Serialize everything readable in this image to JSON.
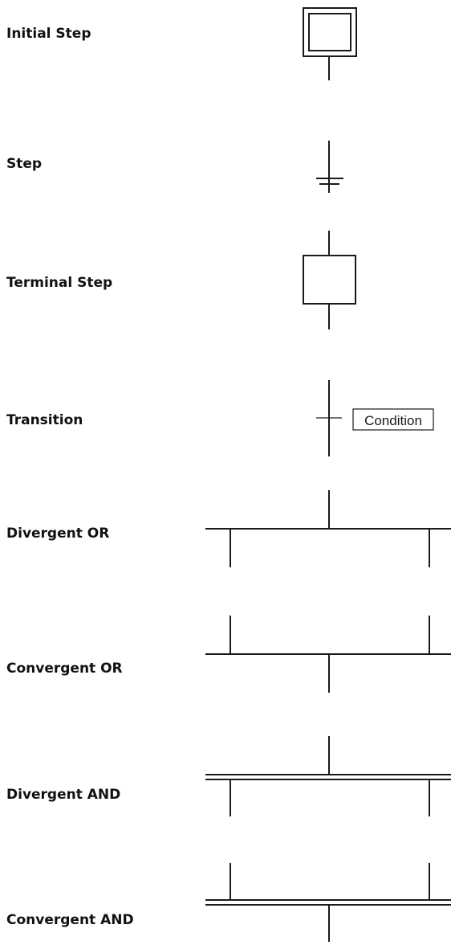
{
  "stroke_color": "#1a1a1a",
  "symbols": [
    {
      "id": "initial-step",
      "label": "Initial Step",
      "icon": "double-square-icon"
    },
    {
      "id": "step",
      "label": "Step",
      "icon": "ground-step-icon"
    },
    {
      "id": "terminal-step",
      "label": "Terminal Step",
      "icon": "square-icon"
    },
    {
      "id": "transition",
      "label": "Transition",
      "icon": "transition-icon",
      "condition_text": "Condition"
    },
    {
      "id": "divergent-or",
      "label": "Divergent OR",
      "icon": "divergent-or-icon"
    },
    {
      "id": "convergent-or",
      "label": "Convergent OR",
      "icon": "convergent-or-icon"
    },
    {
      "id": "divergent-and",
      "label": "Divergent AND",
      "icon": "divergent-and-icon"
    },
    {
      "id": "convergent-and",
      "label": "Convergent AND",
      "icon": "convergent-and-icon"
    }
  ]
}
